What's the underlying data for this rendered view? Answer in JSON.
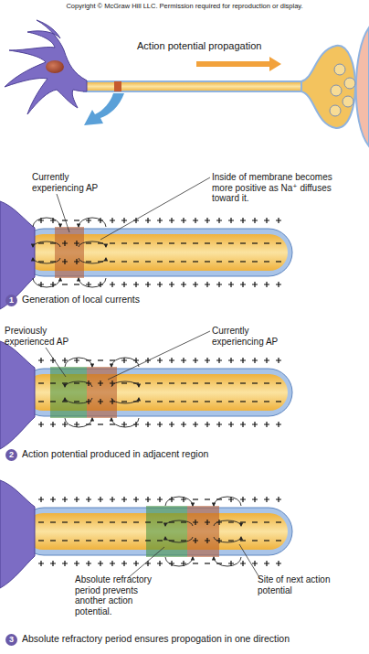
{
  "diagram": {
    "labels": [
      "Copyright © McGraw Hill LLC. Permission required for reproduction or display.",
      "Action potential propagation",
      "Currently experiencing AP",
      "Inside of membrane becomes more positive as Na⁺ diffuses toward it.",
      "1",
      "Generation of local currents",
      "Previously experienced AP",
      "Currently experiencing AP",
      "2",
      "Action potential produced in adjacent region",
      "Absolute refractory period prevents another action potential.",
      "Site of next action potential",
      "3",
      "Absolute refractory period ensures propogation in one direction"
    ]
  }
}
